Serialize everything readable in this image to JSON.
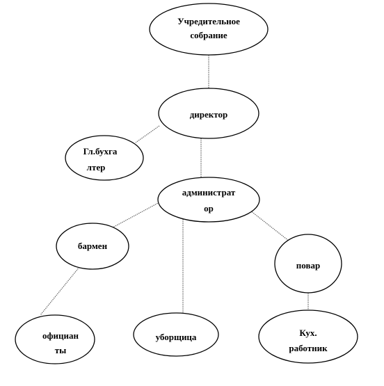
{
  "diagram": {
    "nodes": {
      "founders_meeting": [
        "Учредительное",
        "собрание"
      ],
      "director": [
        "директор"
      ],
      "chief_accountant": [
        "Гл.бухга",
        "лтер"
      ],
      "administrator": [
        "администрат",
        "ор"
      ],
      "bartender": [
        "бармен"
      ],
      "cook": [
        "повар"
      ],
      "waiters": [
        "официан",
        "ты"
      ],
      "cleaner": [
        "уборщица"
      ],
      "kitchen_worker": [
        "Кух.",
        "работник"
      ]
    },
    "edges": [
      [
        "founders_meeting",
        "director"
      ],
      [
        "director",
        "chief_accountant"
      ],
      [
        "director",
        "administrator"
      ],
      [
        "administrator",
        "bartender"
      ],
      [
        "administrator",
        "cleaner"
      ],
      [
        "administrator",
        "cook"
      ],
      [
        "bartender",
        "waiters"
      ],
      [
        "cook",
        "kitchen_worker"
      ]
    ],
    "colors": {
      "stroke": "#000000",
      "edge": "#666666",
      "fill": "#ffffff"
    }
  }
}
